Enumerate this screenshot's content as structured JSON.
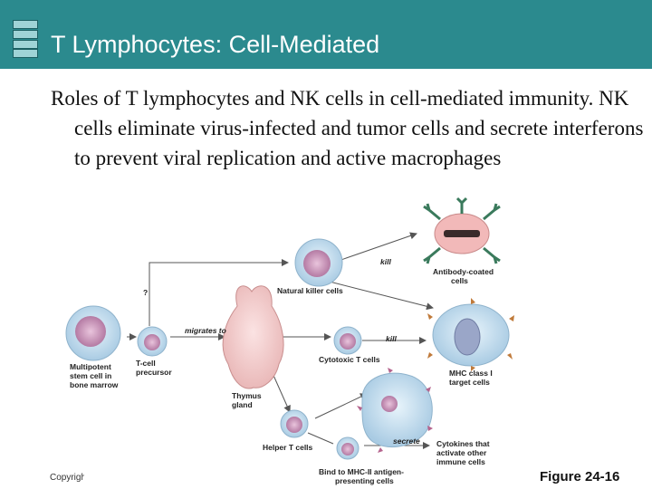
{
  "slide": {
    "title": "T Lymphocytes: Cell-Mediated",
    "body": "Roles of T lymphocytes and NK cells in cell-mediated immunity. NK cells eliminate virus-infected and tumor cells and secrete interferons to prevent viral replication and active macrophages",
    "copyright": "Copyright",
    "figure": "Figure 24-16"
  },
  "diagram": {
    "stem_cell": [
      "Multipotent",
      "stem cell in",
      "bone marrow"
    ],
    "precursor": [
      "T-cell",
      "precursor"
    ],
    "migrates": "migrates to",
    "question": "?",
    "thymus": [
      "Thymus",
      "gland"
    ],
    "nk": "Natural killer cells",
    "cytotoxic": "Cytotoxic T cells",
    "helper": "Helper T cells",
    "kill1": "kill",
    "kill2": "kill",
    "secrete": "secrete",
    "antibody": [
      "Antibody-coated",
      "cells"
    ],
    "mhc1": [
      "MHC class I",
      "target cells"
    ],
    "cytokines": [
      "Cytokines that",
      "activate other",
      "immune cells"
    ],
    "apc": [
      "Bind to MHC-II antigen-",
      "presenting cells"
    ]
  }
}
